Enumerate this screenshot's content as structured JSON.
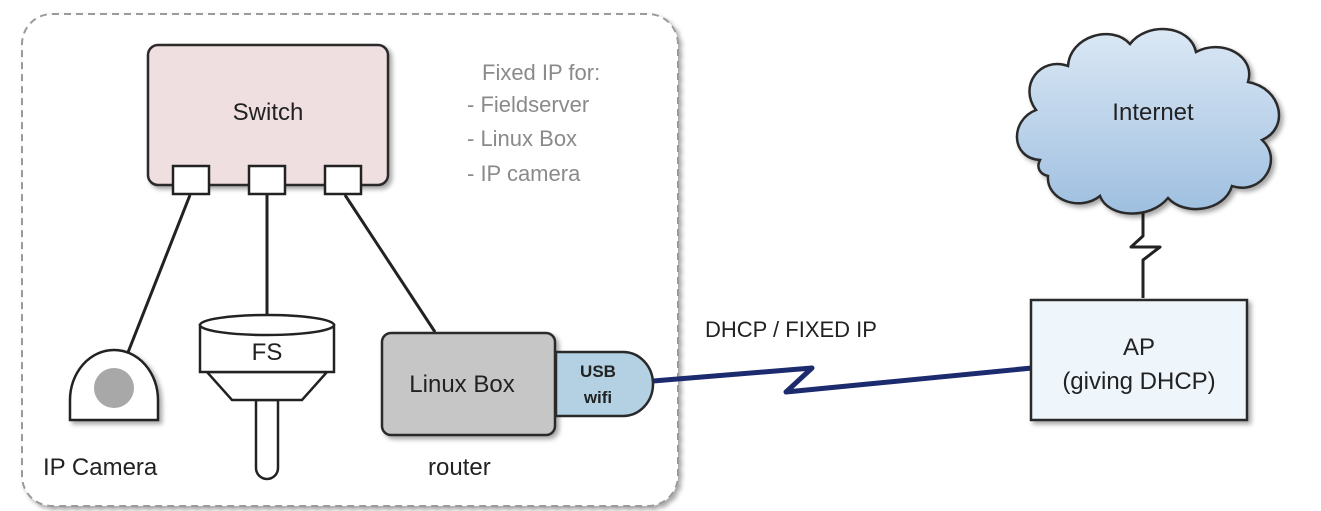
{
  "switch": {
    "label": "Switch"
  },
  "fixed_ip": {
    "title": "Fixed IP for:",
    "items": [
      "- Fieldserver",
      "- Linux Box",
      "- IP camera"
    ]
  },
  "ip_camera": {
    "label": "IP Camera"
  },
  "fieldserver": {
    "label": "FS"
  },
  "linux_box": {
    "label": "Linux Box",
    "caption": "router"
  },
  "usb_wifi": {
    "line1": "USB",
    "line2": "wifi"
  },
  "link": {
    "label": "DHCP / FIXED IP"
  },
  "access_point": {
    "line1": "AP",
    "line2": "(giving DHCP)"
  },
  "internet": {
    "label": "Internet"
  },
  "colors": {
    "switch_fill": "#efdfe0",
    "linux_box_fill": "#c6c6c6",
    "usb_wifi_fill": "#b3d1e2",
    "ap_fill": "#eef5fb",
    "cloud_fill": "#b4cfe8",
    "link_line": "#1c2a6e"
  }
}
